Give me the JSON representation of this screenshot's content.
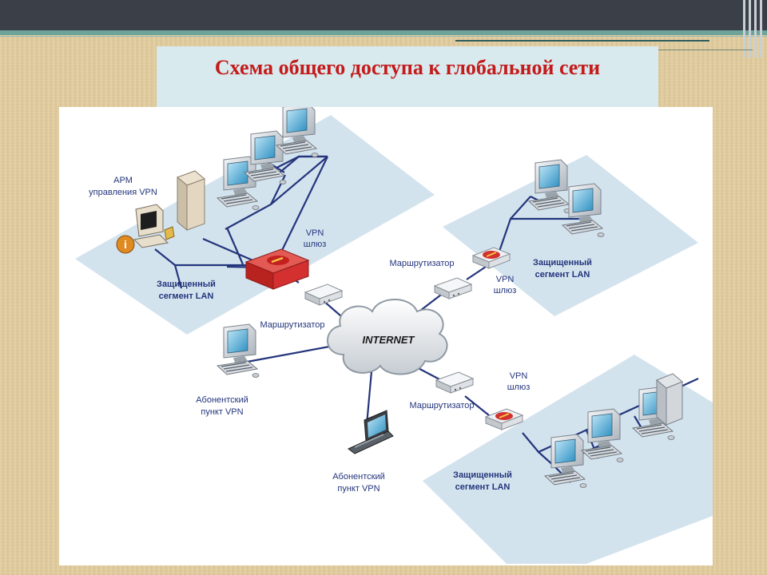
{
  "slide": {
    "title": "Схема общего доступа к глобальной сети"
  },
  "diagram": {
    "internet_label": "INTERNET",
    "colors": {
      "segment_fill": "#d3e3ee",
      "link": "#24357c",
      "title": "#c41a1a",
      "vpn_gateway_red": "#d3302f",
      "title_box": "#d8eaee"
    },
    "labels": {
      "arm_line1": "АРМ",
      "arm_line2": "управления VPN",
      "vpn_gw_main_1": "VPN",
      "vpn_gw_main_2": "шлюз",
      "lan_main_1": "Защищенный",
      "lan_main_2": "сегмент LAN",
      "router_main": "Маршрутизатор",
      "router_right": "Маршрутизатор",
      "vpn_gw_right_1": "VPN",
      "vpn_gw_right_2": "шлюз",
      "lan_right_1": "Защищенный",
      "lan_right_2": "сегмент LAN",
      "subscriber_left_1": "Абонентский",
      "subscriber_left_2": "пункт VPN",
      "subscriber_bottom_1": "Абонентский",
      "subscriber_bottom_2": "пункт VPN",
      "router_bottom": "Маршрутизатор",
      "vpn_gw_bottom_1": "VPN",
      "vpn_gw_bottom_2": "шлюз",
      "lan_bottom_1": "Защищенный",
      "lan_bottom_2": "сегмент LAN"
    }
  }
}
